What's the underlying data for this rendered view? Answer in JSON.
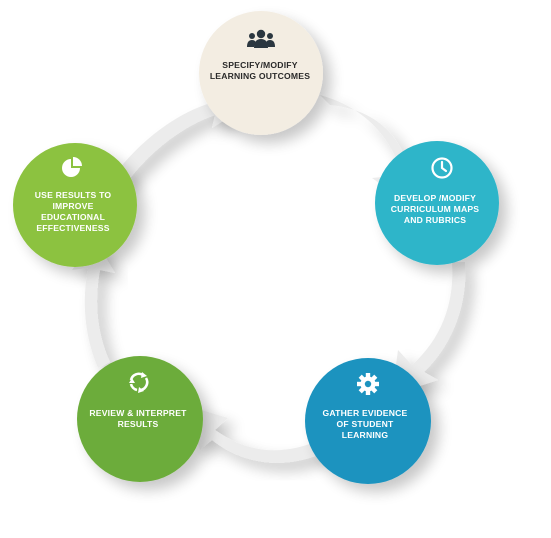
{
  "cycle": {
    "steps": [
      {
        "id": "specify",
        "lines": [
          "SPECIFY/MODIFY",
          "LEARNING OUTCOMES"
        ],
        "color": "#f3ede2",
        "text_color": "#2a2a2a",
        "icon": "people-icon"
      },
      {
        "id": "develop",
        "lines": [
          "DEVELOP /MODIFY",
          "CURRICULUM MAPS",
          "AND RUBRICS"
        ],
        "color": "#2fb5c9",
        "text_color": "#ffffff",
        "icon": "clock-icon"
      },
      {
        "id": "gather",
        "lines": [
          "GATHER EVIDENCE",
          "OF STUDENT",
          "LEARNING"
        ],
        "color": "#1c93bf",
        "text_color": "#ffffff",
        "icon": "gear-icon"
      },
      {
        "id": "review",
        "lines": [
          "REVIEW & INTERPRET",
          "RESULTS"
        ],
        "color": "#6cac3b",
        "text_color": "#ffffff",
        "icon": "cycle-arrows-icon"
      },
      {
        "id": "use",
        "lines": [
          "USE RESULTS TO",
          "IMPROVE",
          "EDUCATIONAL",
          "EFFECTIVENESS"
        ],
        "color": "#8cc23f",
        "text_color": "#ffffff",
        "icon": "pie-chart-icon"
      }
    ],
    "arrow_color": "#ececec"
  }
}
